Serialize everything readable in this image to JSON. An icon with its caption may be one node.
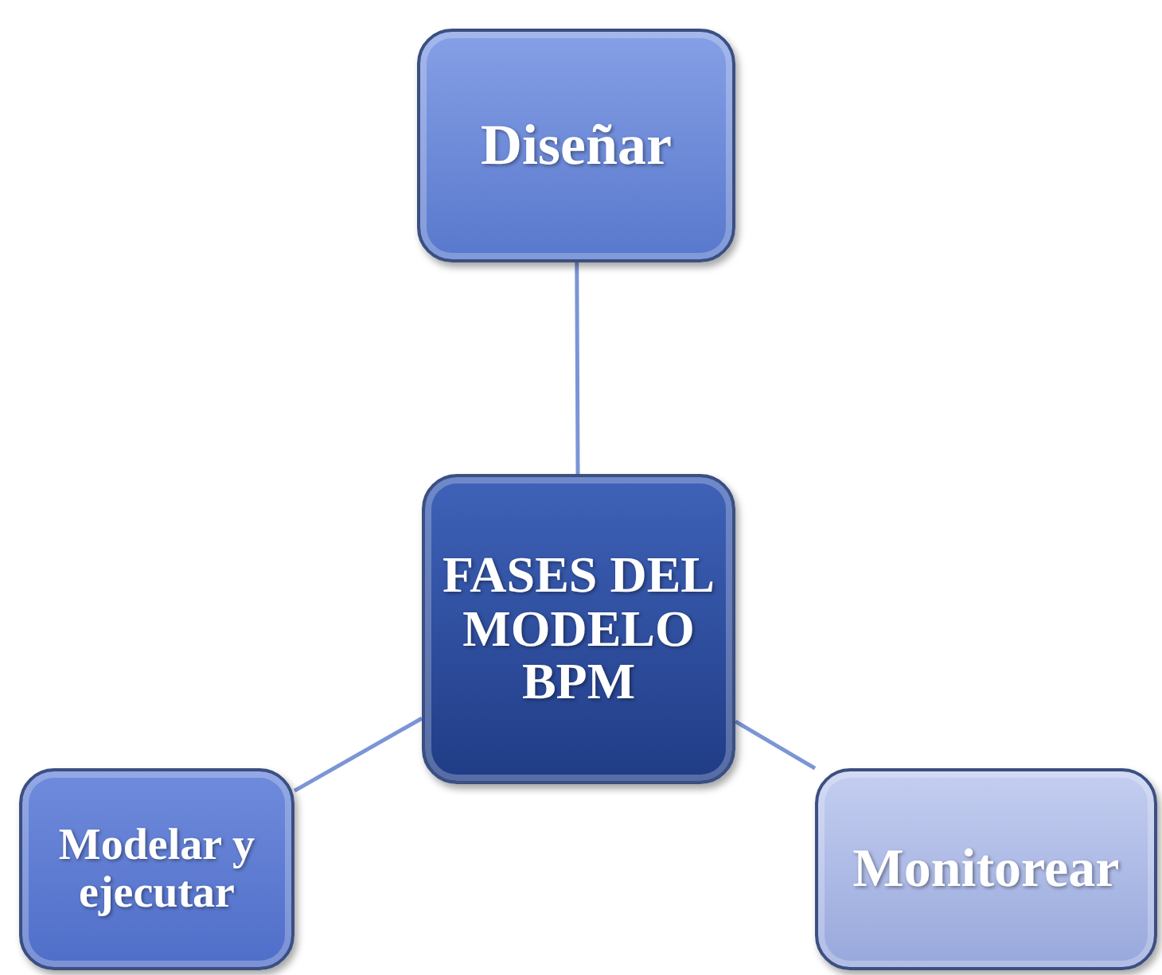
{
  "diagram": {
    "nodes": [
      {
        "text": [
          "Diseñar"
        ]
      },
      {
        "text": [
          "FASES DEL MODELO BPM"
        ]
      },
      {
        "text": [
          "Modelar y ejecutar"
        ]
      },
      {
        "text": [
          "Monitorear"
        ]
      }
    ],
    "edges": [
      {
        "from": 1,
        "to": 0,
        "arrow": "none"
      },
      {
        "from": 1,
        "to": 2,
        "arrow": "none"
      },
      {
        "from": 1,
        "to": 3,
        "arrow": "none"
      }
    ]
  }
}
